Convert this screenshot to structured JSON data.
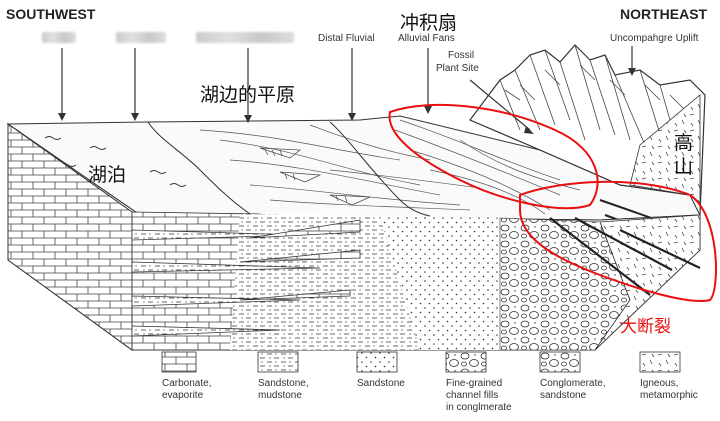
{
  "header": {
    "left_direction": "SOUTHWEST",
    "right_direction": "NORTHEAST"
  },
  "top_labels": {
    "distal_fluvial": "Distal Fluvial",
    "alluvial_fans": "Alluvial Fans",
    "uplift": "Uncompahgre Uplift",
    "fossil_site_line1": "Fossil",
    "fossil_site_line2": "Plant Site"
  },
  "annotations": {
    "chongjishan": "冲积扇",
    "hubian_pingyuan": "湖边的平原",
    "hubo": "湖泊",
    "gaoshan_1": "高",
    "gaoshan_2": "山",
    "daduanlie": "大断裂"
  },
  "legend": [
    {
      "line1": "Carbonate,",
      "line2": "evaporite",
      "line3": ""
    },
    {
      "line1": "Sandstone,",
      "line2": "mudstone",
      "line3": ""
    },
    {
      "line1": "Sandstone",
      "line2": "",
      "line3": ""
    },
    {
      "line1": "Fine-grained",
      "line2": "channel fills",
      "line3": "in conglmerate"
    },
    {
      "line1": "Conglomerate,",
      "line2": "sandstone",
      "line3": ""
    },
    {
      "line1": "Igneous,",
      "line2": "metamorphic",
      "line3": ""
    }
  ],
  "colors": {
    "annotation_red": "#e81010",
    "line": "#333333"
  }
}
